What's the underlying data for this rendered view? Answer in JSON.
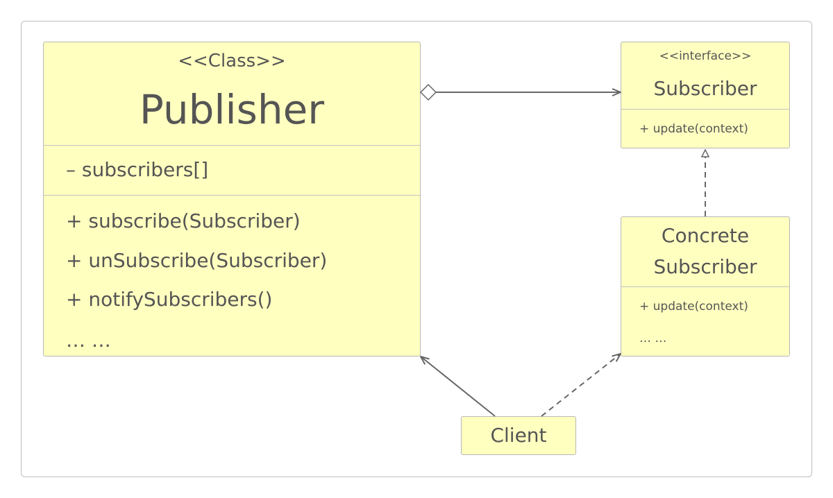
{
  "publisher": {
    "stereotype": "<<Class>>",
    "name": "Publisher",
    "attributes": [
      "– subscribers[]"
    ],
    "operations": [
      "+ subscribe(Subscriber)",
      "+ unSubscribe(Subscriber)",
      "+ notifySubscribers()",
      "… …"
    ]
  },
  "subscriber": {
    "stereotype": "<<interface>>",
    "name": "Subscriber",
    "operations": [
      "+ update(context)"
    ]
  },
  "concrete_subscriber": {
    "name_line1": "Concrete",
    "name_line2": "Subscriber",
    "operations": [
      "+ update(context)",
      "… …"
    ]
  },
  "client": {
    "name": "Client"
  },
  "colors": {
    "box_fill": "#ffffc0",
    "box_border": "#b8b8b8",
    "text": "#555555",
    "edge": "#666666"
  }
}
